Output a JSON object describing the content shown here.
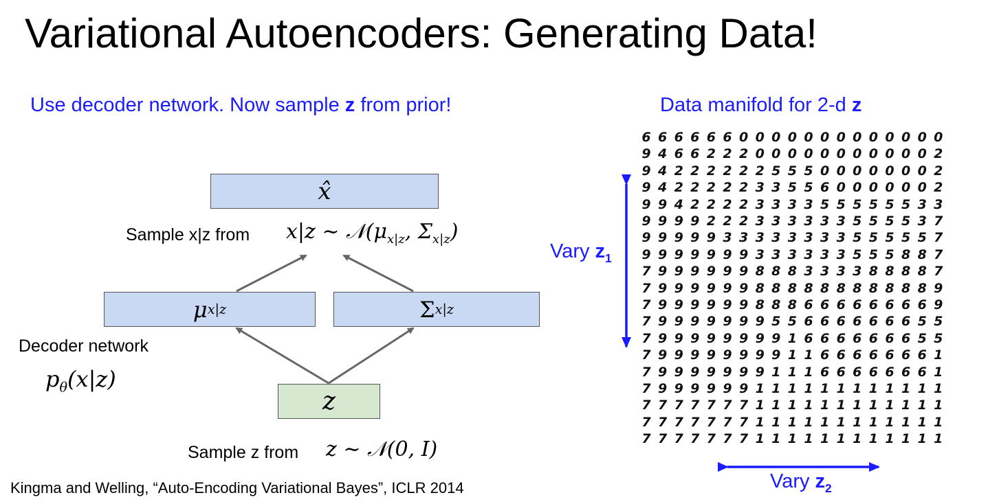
{
  "title": "Variational Autoencoders: Generating Data!",
  "left_heading": {
    "prefix": "Use decoder network.  Now sample ",
    "var": "z",
    "suffix": " from prior!"
  },
  "right_heading": {
    "prefix": "Data manifold for 2-d ",
    "var": "z"
  },
  "diagram": {
    "x_hat_box": "x̂",
    "mu_box": {
      "main": "μ",
      "sub": "x|z"
    },
    "sigma_box": {
      "main": "Σ",
      "sub": "x|z"
    },
    "z_box": "z",
    "sample_x_label": "Sample x|z from",
    "sample_x_formula": {
      "lhs": "x|z ∼ 𝒩(μ",
      "sub1": "x|z",
      "mid": ", Σ",
      "sub2": "x|z",
      "end": ")"
    },
    "decoder_label": "Decoder network",
    "decoder_formula": {
      "p": "p",
      "sub": "θ",
      "rest": "(x|z)"
    },
    "sample_z_label": "Sample z from",
    "sample_z_formula": "z ∼ 𝒩(0, I)"
  },
  "vary_z1": {
    "text": "Vary ",
    "var": "z",
    "sub": "1"
  },
  "vary_z2": {
    "text": "Vary ",
    "var": "z",
    "sub": "2"
  },
  "citation": "Kingma and Welling, “Auto-Encoding Variational Bayes”, ICLR 2014",
  "manifold_rows": [
    "6666660000000000000",
    "9466222000000000002",
    "9422222255500000002",
    "9422222335560000002",
    "9942222333355555533",
    "9999222333333555537",
    "9999933333333555557",
    "9999999333333555887",
    "7999999888333388887",
    "7999999888888888889",
    "7999999888666666669",
    "7999999955666666655",
    "7999999991666666655",
    "7999999991166666661",
    "7999999911166666661",
    "7999999111111111111",
    "7777777111111111111",
    "7777777111111111111",
    "7777777111111111111"
  ],
  "colors": {
    "accent_blue": "#1b1bff",
    "box_blue": "#c9d9f4",
    "box_green": "#d6e8cf",
    "arrow_gray": "#666666"
  }
}
